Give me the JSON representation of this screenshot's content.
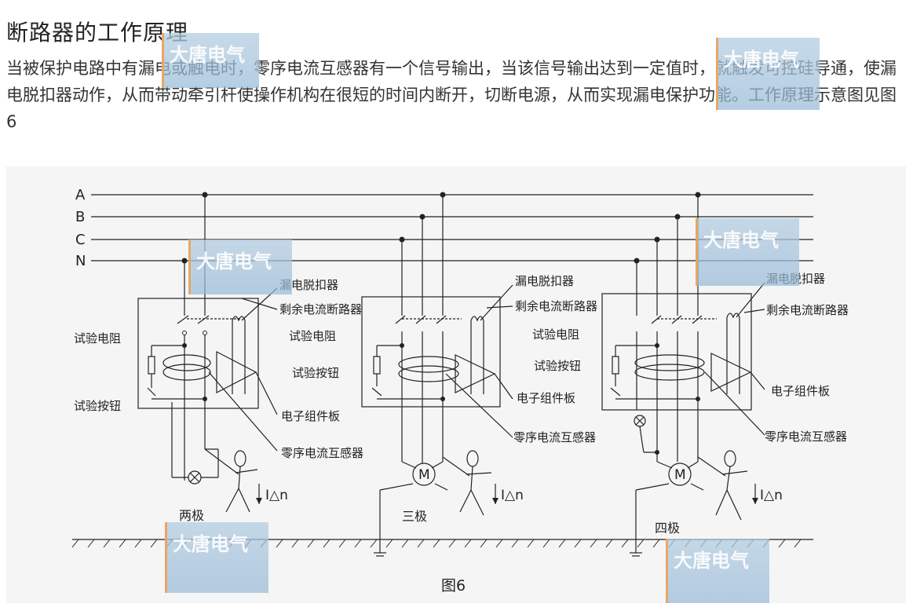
{
  "heading": "断路器的工作原理",
  "paragraph": "当被保护电路中有漏电或触电时，零序电流互感器有一个信号输出，当该信号输出达到一定值时，就触发可控硅导通，使漏电脱扣器动作，从而带动牵引杆使操作机构在很短的时间内断开，切断电源，从而实现漏电保护功能。工作原理示意图见图6",
  "figure": {
    "bus_labels": [
      "A",
      "B",
      "C",
      "N"
    ],
    "caption": "图6",
    "ground_label_current": "I△n",
    "panels": {
      "two_pole": {
        "name": "两极",
        "labels": {
          "leakage_release": "漏电脱扣器",
          "residual_breaker": "剩余电流断路器",
          "test_resistor": "试验电阻",
          "test_button": "试验按钮",
          "electronic_board": "电子组件板",
          "zero_seq_ct": "零序电流互感器"
        }
      },
      "three_pole": {
        "name": "三极",
        "motor": "M",
        "labels": {
          "leakage_release": "漏电脱扣器",
          "residual_breaker": "剩余电流断路器",
          "test_resistor": "试验电阻",
          "test_button": "试验按钮",
          "electronic_board": "电子组件板",
          "zero_seq_ct": "零序电流互感器"
        }
      },
      "four_pole": {
        "name": "四极",
        "motor": "M",
        "labels": {
          "leakage_release": "漏电脱扣器",
          "residual_breaker": "剩余电流断路器",
          "test_resistor": "试验电阻",
          "test_button": "试验按钮",
          "electronic_board": "电子组件板",
          "zero_seq_ct": "零序电流互感器"
        }
      }
    }
  },
  "watermark": "大唐电气",
  "colors": {
    "background": "#ffffff",
    "figure_bg": "#f5f5f5",
    "line": "#222222",
    "watermark": "#a9c4da",
    "watermark_accent": "#e7a766"
  }
}
